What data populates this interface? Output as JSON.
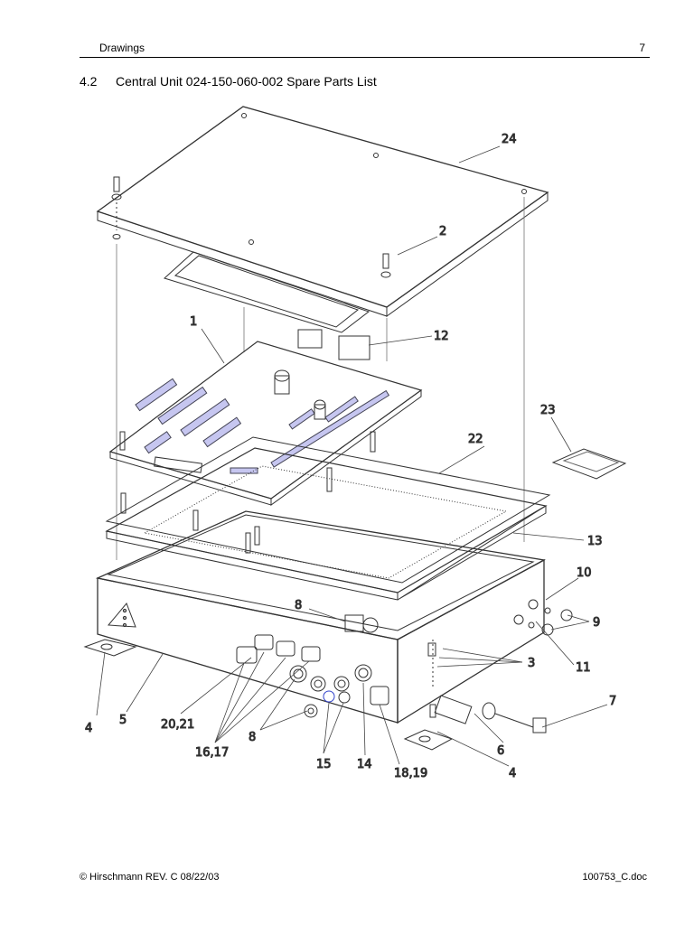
{
  "header": {
    "left": "Drawings",
    "right": "7"
  },
  "section": {
    "number": "4.2",
    "title": "Central Unit 024-150-060-002 Spare Parts List"
  },
  "callouts": {
    "c24": "24",
    "c2": "2",
    "c1": "1",
    "c12": "12",
    "c23": "23",
    "c22": "22",
    "c13": "13",
    "c10": "10",
    "c9": "9",
    "c8a": "8",
    "c3": "3",
    "c11": "11",
    "c7": "7",
    "c4a": "4",
    "c5": "5",
    "c2021": "20,21",
    "c1617": "16,17",
    "c8b": "8",
    "c15": "15",
    "c14": "14",
    "c1819": "18,19",
    "c6": "6",
    "c4b": "4"
  },
  "footer": {
    "left": "© Hirschmann REV. C 08/22/03",
    "right": "100753_C.doc"
  }
}
